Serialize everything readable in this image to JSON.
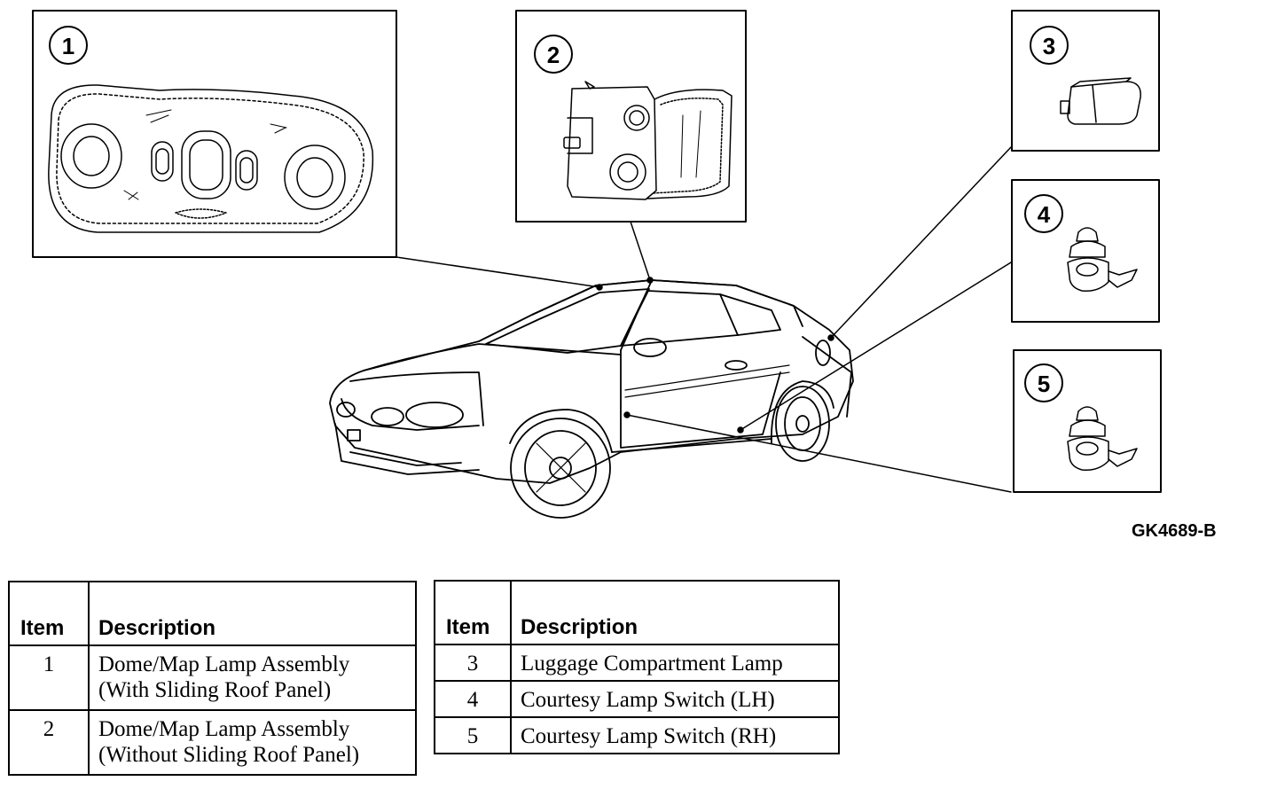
{
  "figure_code": "GK4689-B",
  "callouts": [
    "1",
    "2",
    "3",
    "4",
    "5"
  ],
  "tables": [
    {
      "headers": {
        "item": "Item",
        "description": "Description"
      },
      "rows": [
        {
          "item": "1",
          "line1": "Dome/Map Lamp Assembly",
          "line2": "(With Sliding Roof Panel)"
        },
        {
          "item": "2",
          "line1": "Dome/Map Lamp Assembly",
          "line2": "(Without Sliding Roof Panel)"
        }
      ]
    },
    {
      "headers": {
        "item": "Item",
        "description": "Description"
      },
      "rows": [
        {
          "item": "3",
          "line1": "Luggage Compartment Lamp"
        },
        {
          "item": "4",
          "line1": "Courtesy Lamp Switch (LH)"
        },
        {
          "item": "5",
          "line1": "Courtesy Lamp Switch (RH)"
        }
      ]
    }
  ]
}
